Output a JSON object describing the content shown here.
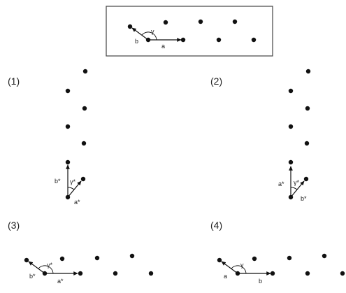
{
  "panels": [
    {
      "label": ""
    },
    {
      "label": "(1)"
    },
    {
      "label": "(2)"
    },
    {
      "label": "(3)"
    },
    {
      "label": "(4)"
    }
  ],
  "vector_labels": {
    "top": {
      "a": "a",
      "b": "b",
      "angle": "γ"
    },
    "panel1": {
      "a": "a*",
      "b": "b*",
      "angle": "γ*"
    },
    "panel2": {
      "a": "a*",
      "b": "b*",
      "angle": "γ*"
    },
    "panel3": {
      "a": "a*",
      "b": "b*",
      "angle": "γ*"
    },
    "panel4": {
      "a": "a",
      "b": "b",
      "angle": "γ"
    }
  },
  "colors": {
    "dot": "#111111",
    "line": "#111111",
    "frame": "#444444"
  }
}
